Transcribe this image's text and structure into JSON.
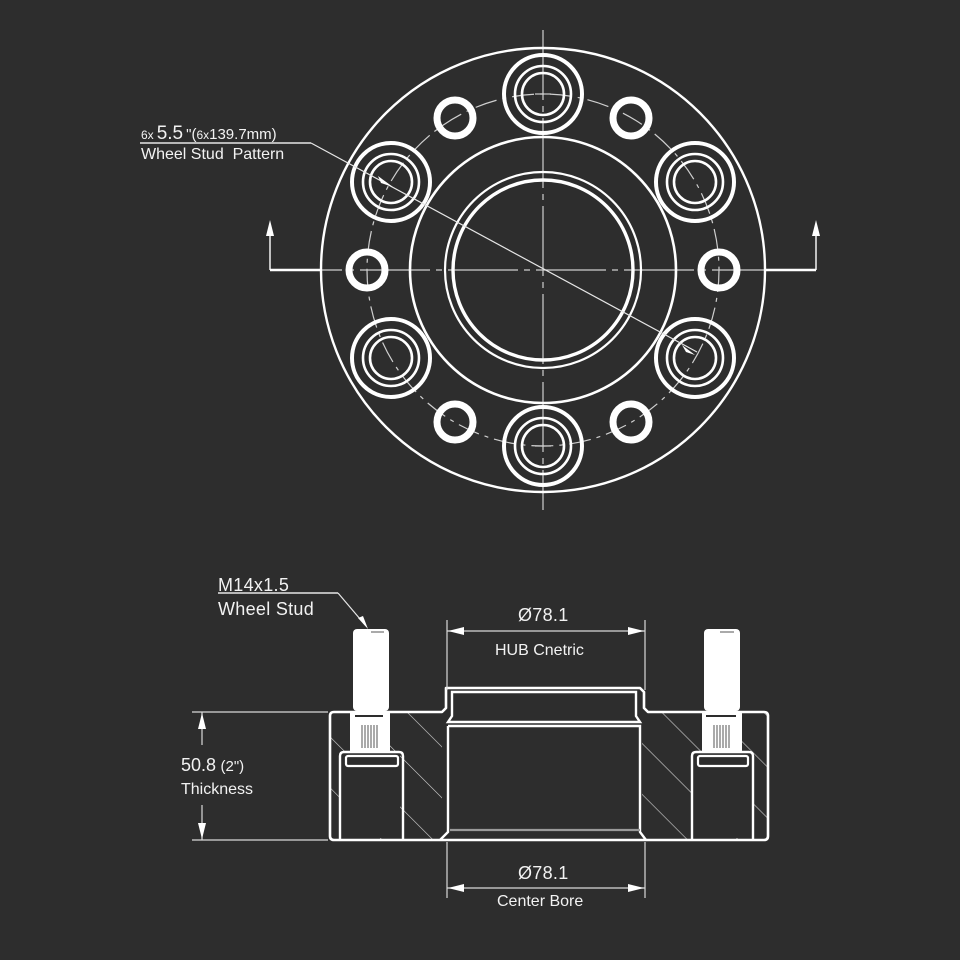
{
  "colors": {
    "background": "#2d2d2d",
    "line": "#ffffff",
    "thin_line": "#d9d9d9",
    "text": "#f2f2f2"
  },
  "top_view": {
    "name": "Front view of 6-lug wheel spacer",
    "bolt_pattern": {
      "prefix": "6x",
      "inches": "5.5",
      "inch_mark": "\"",
      "metric_open": "(",
      "metric_prefix": "6x",
      "metric_value": "139.7mm",
      "metric_close": ")",
      "caption": "Wheel Stud  Pattern"
    },
    "stud_count": 6,
    "relief_hole_count": 6,
    "section_markers": [
      "left-section-arrow",
      "right-section-arrow"
    ]
  },
  "side_view": {
    "name": "Cross-section of wheel spacer",
    "stud_callout": {
      "size": "M14x1.5",
      "caption": "Wheel Stud"
    },
    "hub_dimension": {
      "value": "Ø78.1",
      "caption": "HUB Cnetric"
    },
    "bore_dimension": {
      "value": "Ø78.1",
      "caption": "Center Bore"
    },
    "thickness_dimension": {
      "value": "50.8",
      "imperial": "(2\")",
      "caption": "Thickness"
    }
  }
}
